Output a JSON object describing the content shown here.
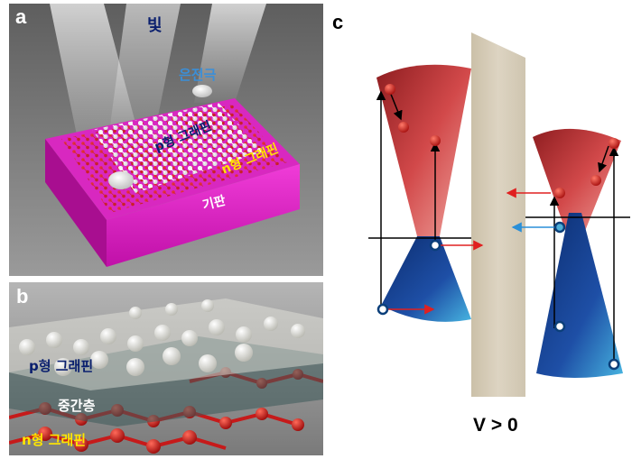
{
  "panel_a": {
    "letter": "a",
    "light_label": "빛",
    "electrode_label": "은전극",
    "p_graphene_label": "p형 그래핀",
    "n_graphene_label": "n형 그래핀",
    "substrate_label": "기판"
  },
  "panel_b": {
    "letter": "b",
    "p_graphene_label": "p형 그래핀",
    "interlayer_label": "중간층",
    "n_graphene_label": "n형 그래핀"
  },
  "panel_c": {
    "letter": "c",
    "bias_label": "V > 0"
  },
  "colors": {
    "magenta_substrate": "#e020c8",
    "red_cone": "#c0393b",
    "blue_cone": "#1a3f8f",
    "yellow_text": "#ffe600",
    "navy_text": "#0a1f6e",
    "electrode_text": "#3b8fd8"
  }
}
